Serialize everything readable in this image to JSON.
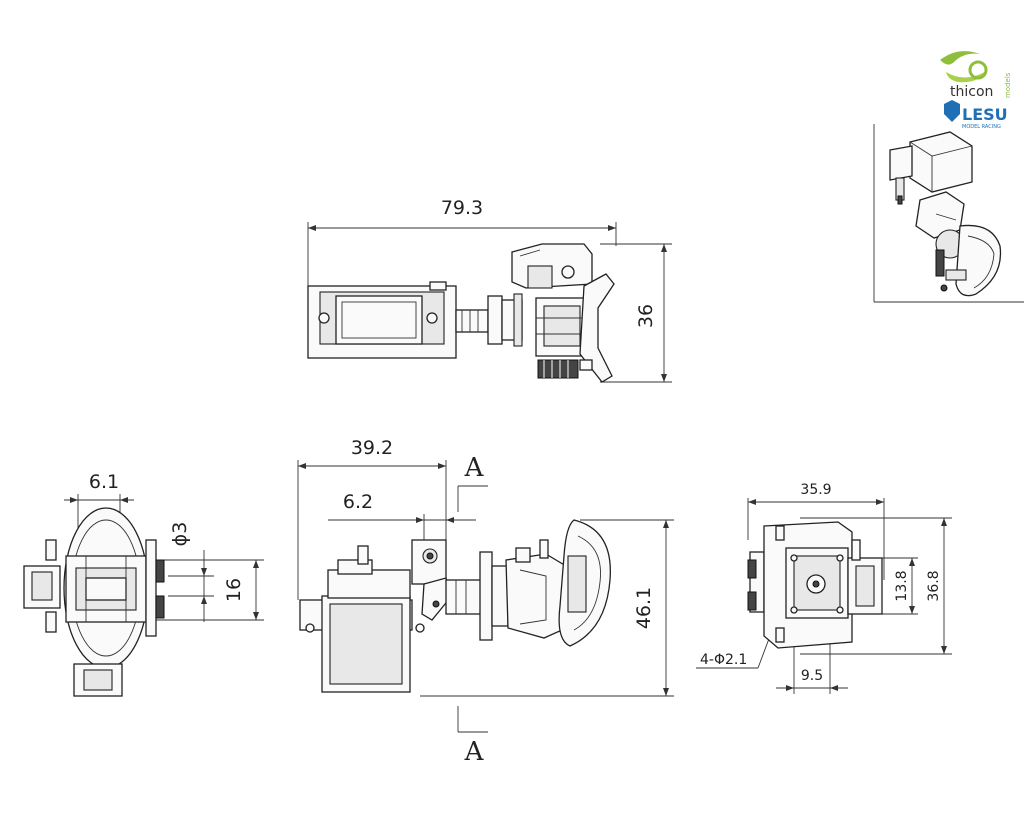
{
  "brand": {
    "thicon_text": "thicon",
    "thicon_sub": "models",
    "lesu_text": "LESU",
    "lesu_sub": "MODEL RACING"
  },
  "dimensions": {
    "top_width": "79.3",
    "top_height": "36",
    "side_width": "6.1",
    "side_diameter": "ϕ3",
    "side_height": "16",
    "front_width": "39.2",
    "front_offset": "6.2",
    "front_height": "46.1",
    "section_top": "A",
    "section_bottom": "A",
    "back_width": "35.9",
    "back_inner_height": "13.8",
    "back_height": "36.8",
    "back_holes": "4-Φ2.1",
    "back_offset": "9.5"
  }
}
